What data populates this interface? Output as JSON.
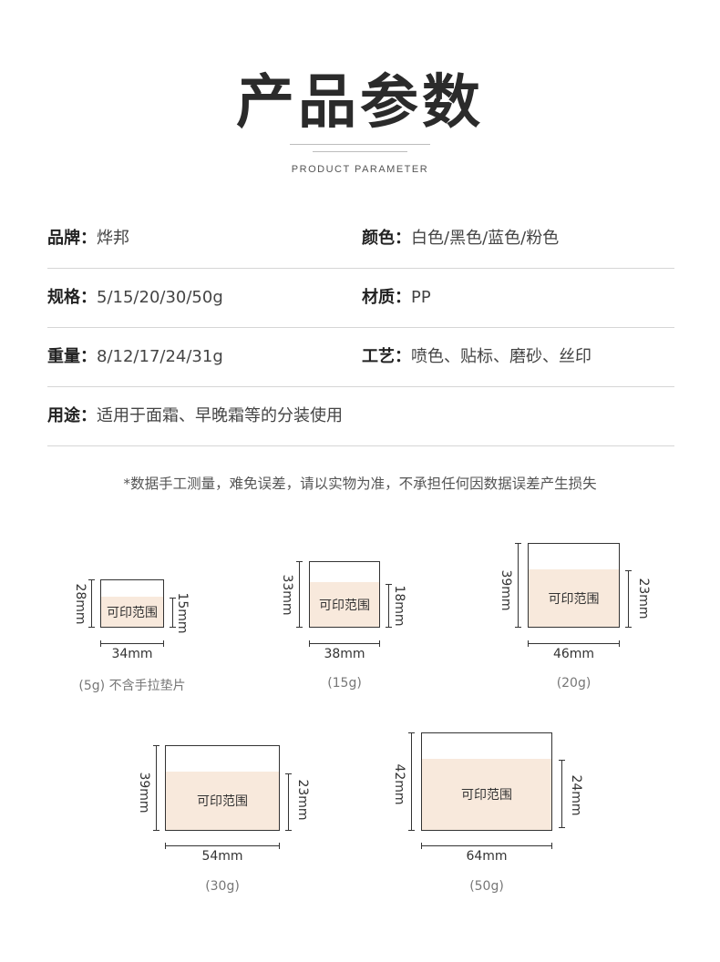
{
  "header": {
    "title": "产品参数",
    "subtitle": "PRODUCT PARAMETER"
  },
  "specs": [
    {
      "left": {
        "key": "品牌：",
        "value": "烨邦"
      },
      "right": {
        "key": "颜色：",
        "value": "白色/黑色/蓝色/粉色"
      }
    },
    {
      "left": {
        "key": "规格：",
        "value": "5/15/20/30/50g"
      },
      "right": {
        "key": "材质：",
        "value": "PP"
      }
    },
    {
      "left": {
        "key": "重量：",
        "value": "8/12/17/24/31g"
      },
      "right": {
        "key": "工艺：",
        "value": "喷色、贴标、磨砂、丝印"
      }
    },
    {
      "left": {
        "key": "用途：",
        "value": "适用于面霜、早晚霜等的分装使用"
      }
    }
  ],
  "note": "*数据手工测量，难免误差，请以实物为准，不承担任何因数据误差产生损失",
  "print_area_label": "可印范围",
  "colors": {
    "print_area": "#f8e9dc",
    "line": "#333333",
    "divider": "#d6d6d6"
  },
  "jars": [
    {
      "height": "28mm",
      "print_height": "15mm",
      "width": "34mm",
      "caption": "(5g) 不含手拉垫片"
    },
    {
      "height": "33mm",
      "print_height": "18mm",
      "width": "38mm",
      "caption": "(15g)"
    },
    {
      "height": "39mm",
      "print_height": "23mm",
      "width": "46mm",
      "caption": "(20g)"
    },
    {
      "height": "39mm",
      "print_height": "23mm",
      "width": "54mm",
      "caption": "(30g)"
    },
    {
      "height": "42mm",
      "print_height": "24mm",
      "width": "64mm",
      "caption": "(50g)"
    }
  ]
}
